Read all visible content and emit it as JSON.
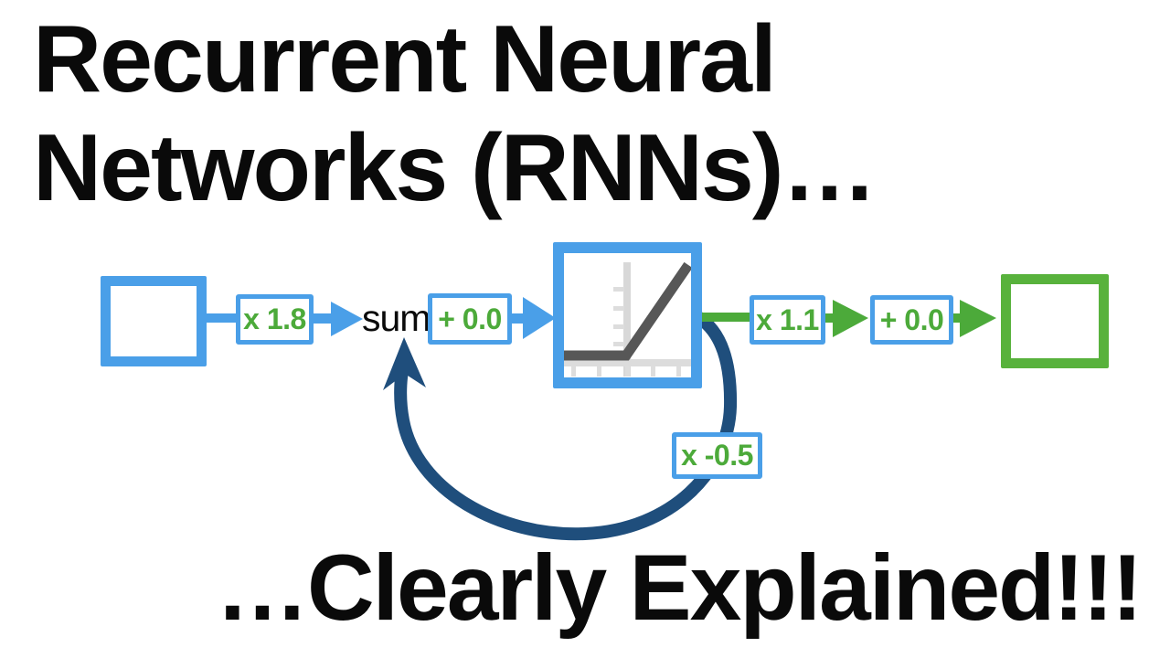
{
  "title": {
    "line1": "Recurrent Neural",
    "line2": "Networks (RNNs)…"
  },
  "footer": {
    "text": "…Clearly Explained!!!"
  },
  "diagram": {
    "sum_label": "sum",
    "labels": {
      "input_weight": "x 1.8",
      "input_bias": "+ 0.0",
      "output_weight": "x 1.1",
      "output_bias": "+ 0.0",
      "feedback_weight": "x -0.5"
    },
    "colors": {
      "blue": "#4A9FE8",
      "green": "#4CAA3A",
      "output_square_green": "#58B23C",
      "feedback_navy": "#1F4E7C",
      "relu_line_gray": "#575757",
      "axis_gray": "#D8D8D8",
      "text_black": "#0A0A0A"
    }
  }
}
